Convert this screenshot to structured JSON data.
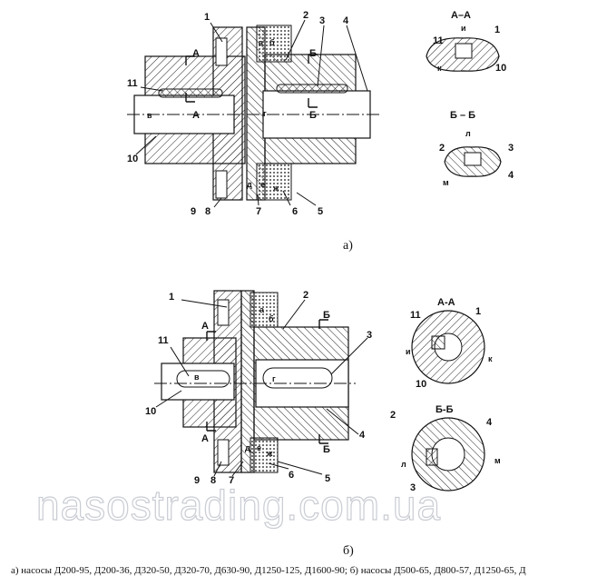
{
  "panels": {
    "a": {
      "label": "а)",
      "parts": [
        "1",
        "2",
        "3",
        "4",
        "5",
        "6",
        "7",
        "8",
        "9",
        "10",
        "11"
      ],
      "dims": [
        "а",
        "б",
        "в",
        "г",
        "д",
        "е",
        "ж"
      ],
      "sections": [
        "А",
        "А",
        "Б",
        "Б"
      ],
      "detail_aa": {
        "title": "А–А",
        "labels": [
          "и",
          "11",
          "1",
          "10",
          "к"
        ]
      },
      "detail_bb": {
        "title": "Б – Б",
        "labels": [
          "л",
          "2",
          "3",
          "м",
          "4"
        ]
      }
    },
    "b": {
      "label": "б)",
      "parts": [
        "1",
        "2",
        "3",
        "4",
        "5",
        "6",
        "7",
        "8",
        "9",
        "10",
        "11"
      ],
      "dims": [
        "а",
        "б",
        "в",
        "г",
        "д",
        "е",
        "ж"
      ],
      "sections": [
        "А",
        "А",
        "Б",
        "Б"
      ],
      "detail_aa": {
        "title": "А-А",
        "labels": [
          "11",
          "1",
          "и",
          "к",
          "10"
        ]
      },
      "detail_bb": {
        "title": "Б-Б",
        "labels": [
          "2",
          "4",
          "л",
          "м",
          "3"
        ]
      }
    }
  },
  "watermark": "nasostrading.com.ua",
  "caption": "а) насосы Д200-95, Д200-36, Д320-50, Д320-70, Д630-90, Д1250-125, Д1600-90; б) насосы Д500-65, Д800-57, Д1250-65, Д"
}
